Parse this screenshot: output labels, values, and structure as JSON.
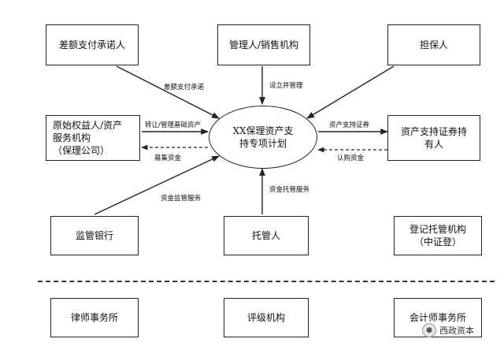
{
  "nodes": {
    "differential_payer": "差额支付承诺人",
    "manager_sales": "管理人/销售机构",
    "guarantor": "担保人",
    "originator": "原始权益人/资产\n服务机构\n（保理公司）",
    "special_plan": "XX保理资产支\n持专项计划",
    "holders": "资产支持证券持\n有人",
    "supervising_bank": "监管银行",
    "custodian": "托管人",
    "registrar": "登记托管机构\n（中证登）",
    "law_firm": "律师事务所",
    "rating_agency": "评级机构",
    "accounting_firm": "会计师事务所"
  },
  "edge_labels": {
    "differential_payment": "差额支付承诺",
    "establish_manage": "设立并管理",
    "transfer_assets": "转让/管理基础资产",
    "raise_funds": "募集资金",
    "abs_securities": "资产支持证券",
    "subscription_funds": "认购资金",
    "fund_supervision": "资金监管服务",
    "fund_custody": "资金托管服务"
  },
  "watermark": {
    "text": "西政资本"
  }
}
